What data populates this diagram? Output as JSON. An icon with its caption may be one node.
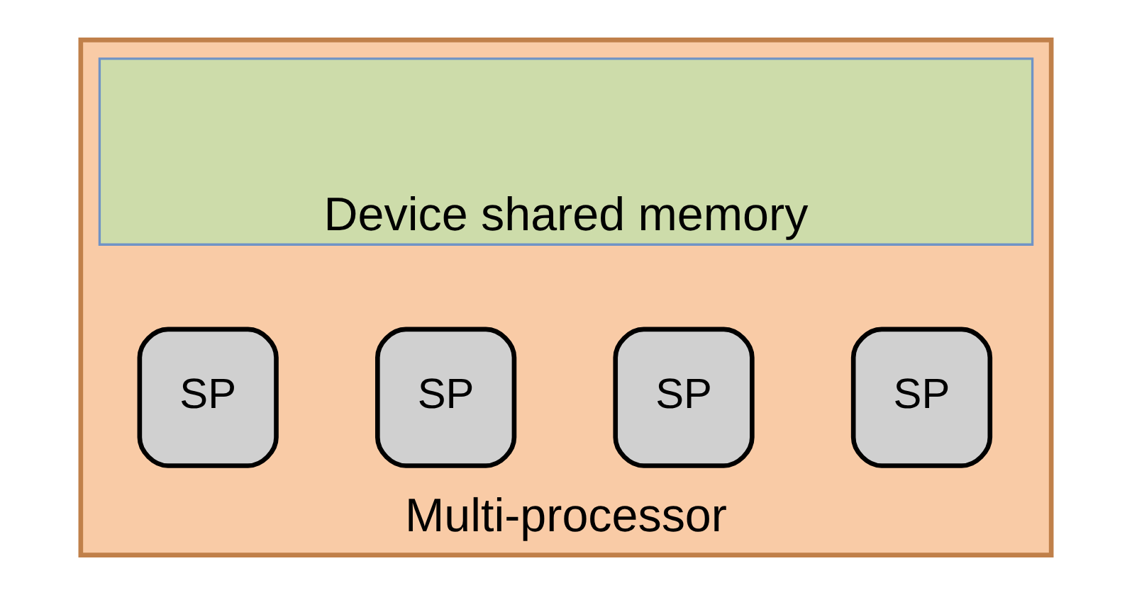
{
  "diagram": {
    "nodes": [
      {
        "text": [
          "Multi-processor"
        ]
      },
      {
        "text": [
          "Device shared memory"
        ],
        "in": 0
      },
      {
        "text": [
          "SP"
        ],
        "in": 0
      },
      {
        "text": [
          "SP"
        ],
        "in": 0
      },
      {
        "text": [
          "SP"
        ],
        "in": 0
      },
      {
        "text": [
          "SP"
        ],
        "in": 0
      }
    ]
  }
}
